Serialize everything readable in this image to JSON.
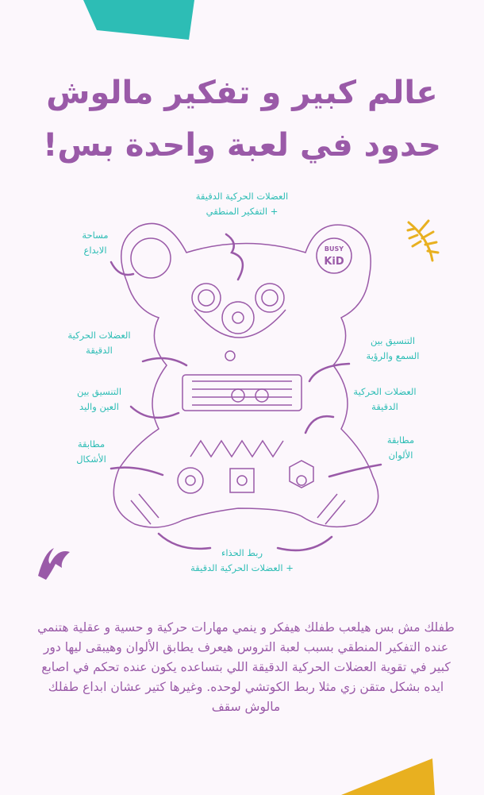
{
  "title": {
    "line1": "عالم كبير و تفكير مالوش",
    "line2": "حدود في لعبة واحدة بس!"
  },
  "logo_text": "BUSY KiD",
  "labels": {
    "top": [
      "العضلات الحركية الدقيقة",
      "+ التفكير المنطقي"
    ],
    "creativity": [
      "مساحة",
      "الابداع"
    ],
    "fine_motor_left": [
      "العضلات الحركية",
      "الدقيقة"
    ],
    "hearing_vision": [
      "التنسيق بين",
      "السمع والرؤية"
    ],
    "eye_hand": [
      "التنسيق بين",
      "العين واليد"
    ],
    "fine_motor_right": [
      "العضلات الحركية",
      "الدقيقة"
    ],
    "shapes": [
      "مطابقة",
      "الأشكال"
    ],
    "colors": [
      "مطابقة",
      "الألوان"
    ],
    "shoelace": [
      "ربط الحذاء",
      "+ العضلات الحركية الدقيقة"
    ]
  },
  "paragraph": "طفلك مش بس هيلعب طفلك هيفكر و ينمي مهارات حركية  و حسية و عقلية هتنمي عنده  التفكير المنطقي بسبب لعبة التروس هيعرف يطابق الألوان وهيبقى ليها دور كبير في تقوية العضلات الحركية الدقيقة اللي بتساعده يكون عنده تحكم في اصابع ايده بشكل متقن  زي مثلا ربط الكوتشي لوحده. وغيرها كتير عشان ابداع طفلك مالوش سقف",
  "colors": {
    "purple": "#9a5aa8",
    "teal": "#2dbdb5",
    "yellow": "#e8b020",
    "background": "#fcf7fc"
  }
}
